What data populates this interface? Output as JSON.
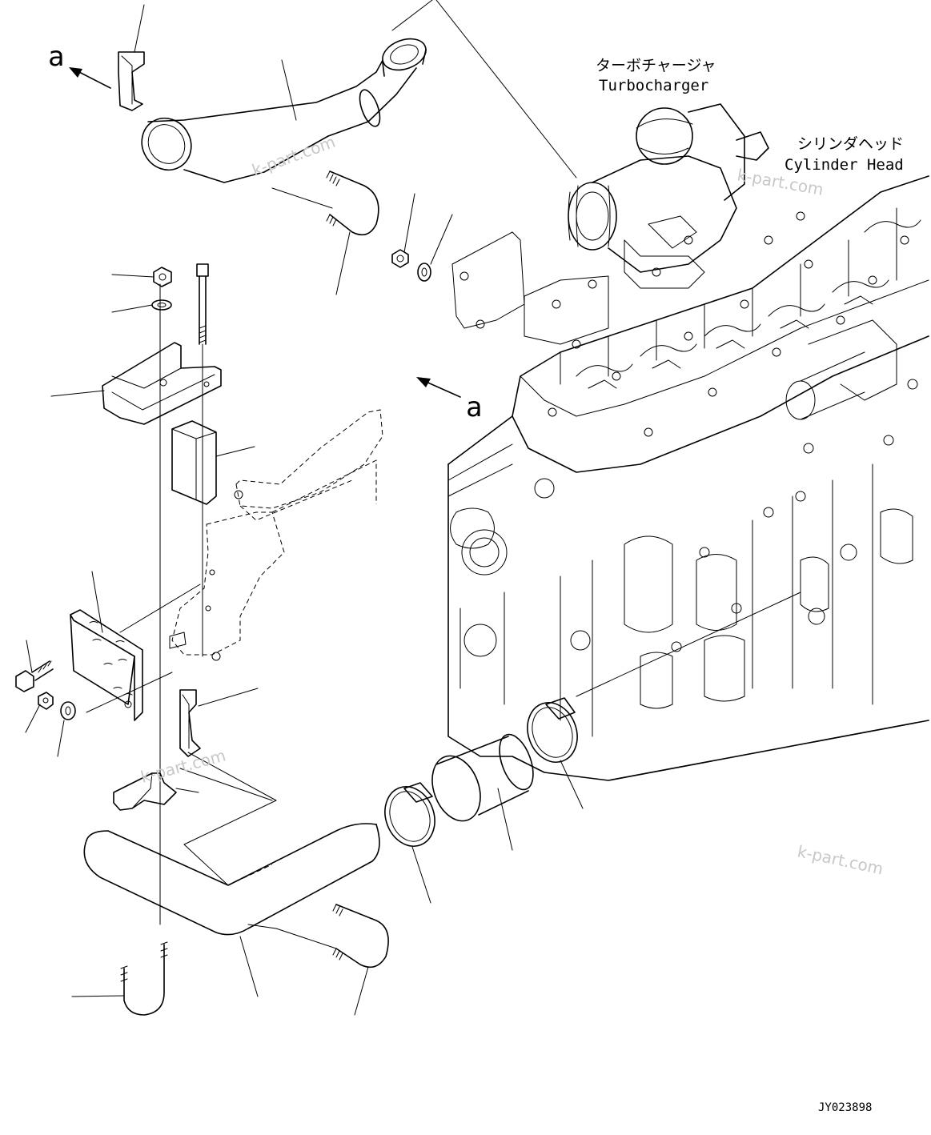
{
  "labels": {
    "turbocharger_jp": "ターボチャージャ",
    "turbocharger_en": "Turbocharger",
    "cylinder_head_jp": "シリンダヘッド",
    "cylinder_head_en": "Cylinder Head",
    "view_arrow_top": "a",
    "view_arrow_mid": "a",
    "drawing_code": "JY023898"
  },
  "watermarks": [
    "k-part.com",
    "k-part.com",
    "k-part.com",
    "k-part.com"
  ],
  "colors": {
    "line": "#000000",
    "background": "#ffffff",
    "watermark": "#c8c8c8"
  }
}
